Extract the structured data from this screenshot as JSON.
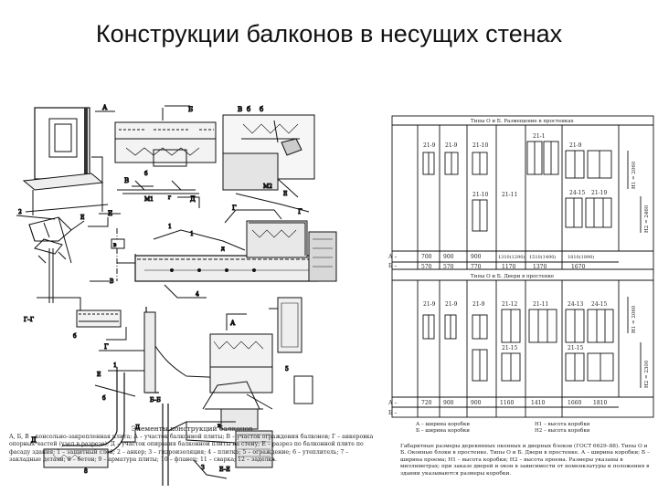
{
  "title": "Конструкции балконов в несущих стенах",
  "left_figure": {
    "labels": {
      "a": "А",
      "b": "Б",
      "v": "В",
      "g": "Г",
      "d": "Д",
      "e": "Е",
      "aa": "А – А",
      "bb": "Б – Б",
      "vv": "В – В",
      "gg": "Г – Г",
      "dd": "Д – Д",
      "ee": "Е – Е",
      "n1": "1",
      "n2": "2",
      "n3": "3",
      "n4": "4",
      "n5": "5",
      "n6": "6",
      "n7": "7",
      "m1": "М1",
      "m2": "М2"
    },
    "caption_title": "Элементы конструкций балконов",
    "caption_text": "А, Б, В – консольно-закрепленная плита; А – участок балконной плиты; В – участок ограждения балконов; Г – анкеровка опорных частей (узел в разрезе); Д – участок опирания балконной плиты на стену; Е – разрез по балконной плите по фасаду здания; 1 – защитный слой; 2 – анкер; 3 – гидроизоляция; 4 – плитка; 5 – ограждение; 6 – утеплитель; 7 – закладные детали; 8 – бетон; 9 – арматура плиты; 10 – фланец; 11 – сварка; 12 – заделка."
  },
  "right_figure": {
    "header_top": "Типы О и Б. Размещение в простенках",
    "header_mid": "Типы О и Б. Двери в простенке",
    "row_label_a": "А –",
    "row_label_b": "Б –",
    "top_window_labels": [
      "21-9",
      "21-9",
      "21-10",
      "21-1",
      "21-9",
      "21-10",
      "21-11",
      "24-15",
      "21-19"
    ],
    "bottom_window_labels": [
      "21-9",
      "21-9",
      "21-9",
      "21-12",
      "21-11",
      "21-15",
      "21-15",
      "24-13",
      "24-15"
    ],
    "top_dims": [
      "700",
      "900",
      "900",
      "1310(1290)",
      "1510(1490)",
      "1810(1890)"
    ],
    "top_dims2": [
      "570",
      "570",
      "770",
      "1170",
      "1370",
      "1670"
    ],
    "bottom_dims": [
      "720",
      "900",
      "900",
      "1160",
      "1410",
      "1660",
      "1810"
    ],
    "side_dims_top": [
      "H1 = 2060",
      "H2 = 2460"
    ],
    "side_dims_bottom": [
      "H1 = 2060",
      "H2 = 2300"
    ],
    "legend_a": "А – ширина коробки",
    "legend_b": "Б – ширина коробки",
    "legend_h1": "H1 – высота коробки",
    "legend_h2": "H2 – высота коробки",
    "caption_text": "Габаритные размеры деревянных оконных и дверных блоков (ГОСТ 6629–88). Типы О и Б. Оконные блоки в простенке. Типы О и Б. Двери в простенке. А – ширина коробки; Б – ширина проема; Н1 – высота коробки; Н2 – высота проема. Размеры указаны в миллиметрах; при заказе дверей и окон в зависимости от номенклатуры и положения в здании указываются размеры коробки."
  }
}
